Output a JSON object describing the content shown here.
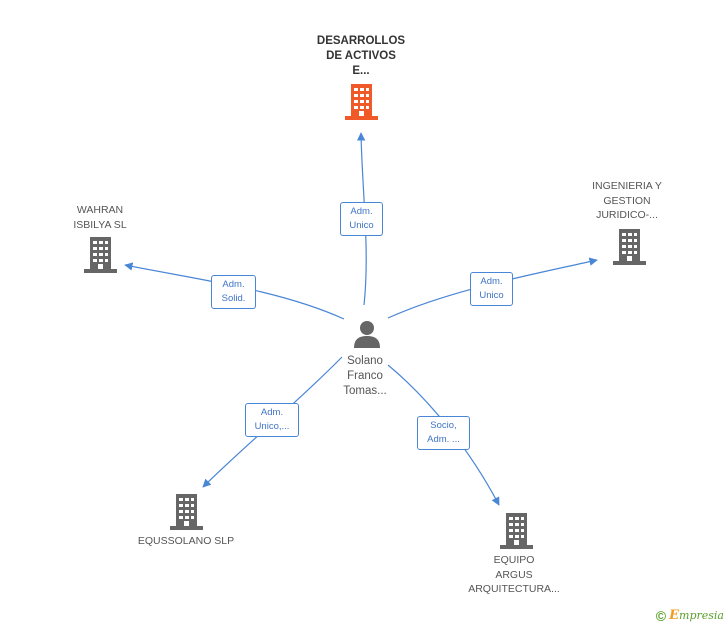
{
  "colors": {
    "main_company": "#f05a28",
    "company": "#666666",
    "person": "#666666",
    "link": "#4a86d6",
    "brand_green": "#5aa02c",
    "brand_orange": "#f39a21"
  },
  "person": {
    "lines": [
      "Solano",
      "Franco",
      "Tomas..."
    ],
    "icon": "person-icon"
  },
  "companies": {
    "desarrollos": {
      "lines": [
        "DESARROLLOS",
        "DE ACTIVOS",
        "E..."
      ],
      "icon": "building-icon"
    },
    "wahran": {
      "lines": [
        "WAHRAN",
        "ISBILYA SL"
      ],
      "icon": "building-icon"
    },
    "ingenieria": {
      "lines": [
        "INGENIERIA Y",
        "GESTION",
        "JURIDICO-..."
      ],
      "icon": "building-icon"
    },
    "equssolano": {
      "lines": [
        "EQUSSOLANO SLP"
      ],
      "icon": "building-icon"
    },
    "equipo": {
      "lines": [
        "EQUIPO",
        "ARGUS",
        "ARQUITECTURA..."
      ],
      "icon": "building-icon"
    }
  },
  "relations": {
    "desarrollos": [
      "Adm.",
      "Unico"
    ],
    "wahran": [
      "Adm.",
      "Solid."
    ],
    "ingenieria": [
      "Adm.",
      "Unico"
    ],
    "equssolano": [
      "Adm.",
      "Unico,..."
    ],
    "equipo": [
      "Socio,",
      "Adm. ..."
    ]
  },
  "brand": {
    "copyright": "©",
    "initial": "E",
    "rest": "mpresia"
  }
}
